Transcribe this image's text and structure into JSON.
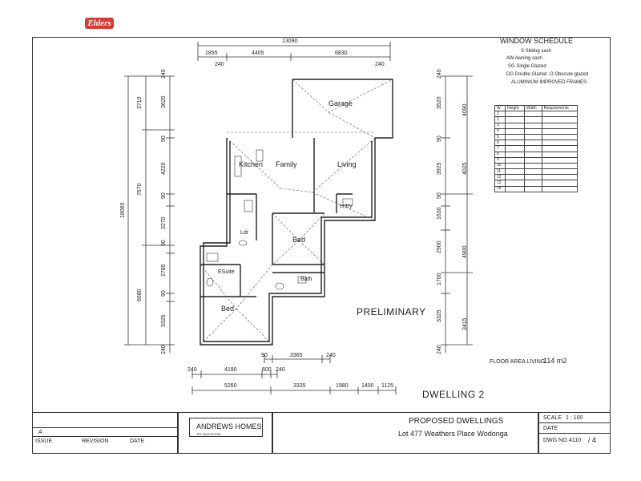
{
  "logo": {
    "text": "Elders",
    "color": "#d63a35"
  },
  "window_schedule": {
    "title": "WINDOW SCHEDULE",
    "legend": [
      "S  Sliding sash",
      "AW Awning sash",
      "SG Single Glazed",
      "DG Double Glazed",
      "O  Obscure glazed",
      "ALUMINIUM IMPROVED FRAMES"
    ],
    "table_headers": [
      "W",
      "Height",
      "Width",
      "Requirements"
    ],
    "rows": [
      "1",
      "2",
      "3",
      "4",
      "5",
      "6",
      "7",
      "8",
      "9",
      "10",
      "11",
      "12",
      "13",
      "14"
    ]
  },
  "top_dims": {
    "overall": "13090",
    "d1": "1855",
    "d2": "4405",
    "d3": "6830",
    "left240": "240",
    "right240": "240"
  },
  "left_dims": {
    "overall": "18060",
    "outer": [
      "3710",
      "7670",
      "6680"
    ],
    "inner": [
      "240",
      "3620",
      "90",
      "4220",
      "90",
      "3270",
      "90",
      "2785",
      "90",
      "3325",
      "240"
    ]
  },
  "right_dims": {
    "inner": [
      "240",
      "3520",
      "90",
      "3925",
      "90",
      "1630",
      "2900",
      "1700",
      "3325",
      "240"
    ],
    "outer": [
      "4090",
      "4025",
      "4900",
      "3415"
    ]
  },
  "bottom_dims": {
    "row1": [
      "90",
      "3365",
      "240"
    ],
    "row2": [
      "240",
      "4180",
      "600",
      "240"
    ],
    "row3": [
      "5260",
      "3335",
      "1980",
      "1400",
      "1125"
    ]
  },
  "rooms": {
    "garage": "Garage",
    "kitchen": "Kitchen",
    "family": "Family",
    "living": "Living",
    "entry": "entry",
    "ldr": "Ldr",
    "bed1": "Bed",
    "bath": "Bath",
    "ensuite": "ESuite",
    "bed2": "Bed"
  },
  "annotations": {
    "preliminary": "PRELIMINARY",
    "floor_area_label": "FLOOR AREA  LIVING",
    "floor_area_value": "114 m2",
    "dwelling": "DWELLING  2"
  },
  "title_block": {
    "rev_a": "A",
    "issue": "ISSUE",
    "revision": "REVISION",
    "date": "DATE",
    "company": "ANDREWS HOMES",
    "company_sub": "PH  0418 572001",
    "project_title": "PROPOSED DWELLINGS",
    "project_address": "Lot 477 Weathers Place Wodonga",
    "scale_label": "SCALE",
    "scale_value": "1 : 100",
    "date_label": "DATE",
    "dwg_label": "DWG NO.",
    "dwg_value": "4110",
    "sheet_value": "/ 4"
  }
}
